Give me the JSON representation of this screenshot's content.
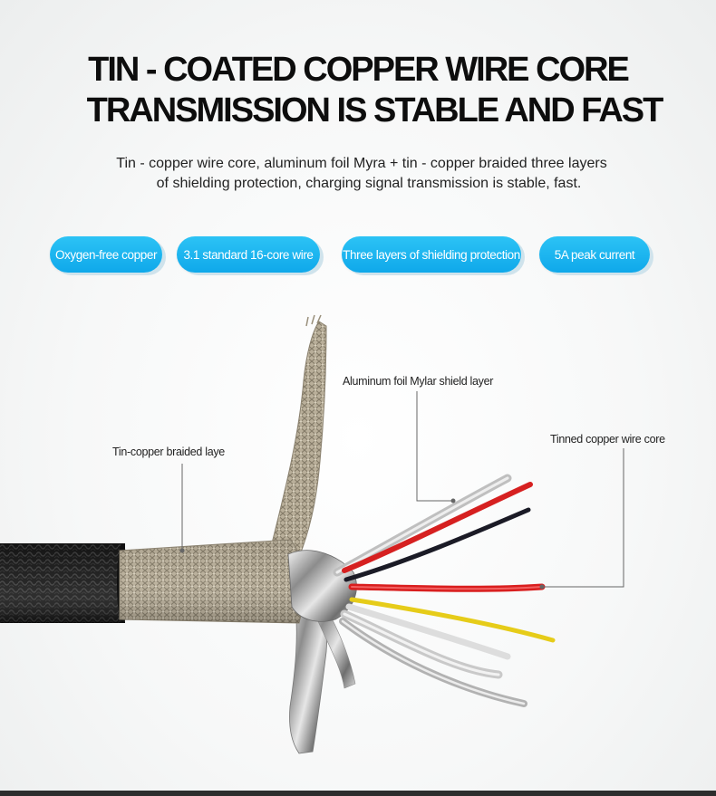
{
  "headline": {
    "line1": "TIN - COATED COPPER WIRE CORE",
    "line2": "TRANSMISSION IS STABLE AND FAST"
  },
  "description": {
    "line1": "Tin - copper wire core, aluminum foil Myra + tin - copper braided three layers",
    "line2": "of shielding protection, charging signal transmission is stable, fast."
  },
  "features": [
    {
      "label": "Oxygen-free copper"
    },
    {
      "label": "3.1 standard 16-core wire"
    },
    {
      "label": "Three layers of shielding protection"
    },
    {
      "label": "5A peak current"
    }
  ],
  "callouts": {
    "braid": "Tin-copper braided laye",
    "foil": "Aluminum foil Mylar shield layer",
    "core": "Tinned copper wire core"
  },
  "colors": {
    "pill": "#17b2ee",
    "wire_red": "#d91e1e",
    "wire_yellow": "#e8cd1a",
    "wire_black": "#1a1a24",
    "braid": "#b8ad97",
    "jacket": "#1b1b1b"
  },
  "image": {
    "subject": "cable cross-section photo"
  }
}
